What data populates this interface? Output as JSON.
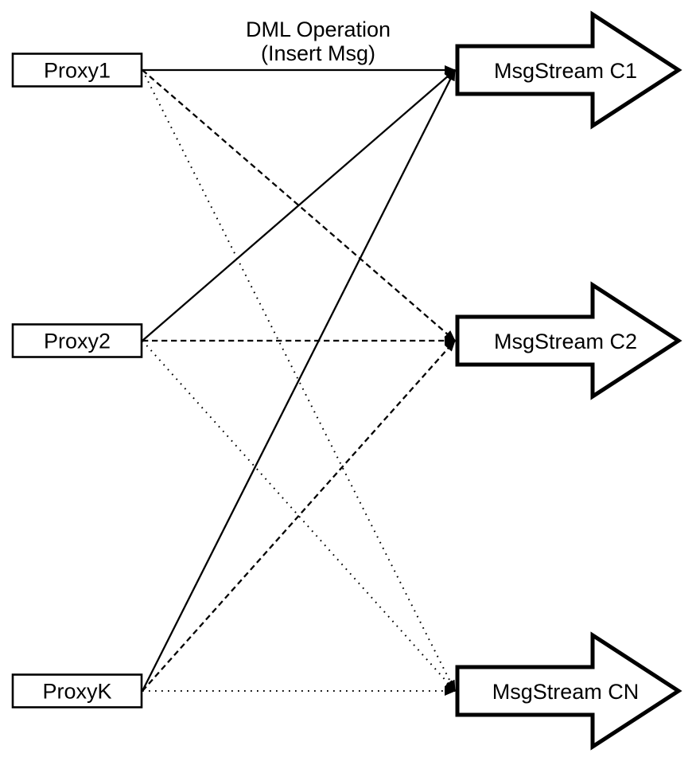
{
  "canvas": {
    "background": "#ffffff",
    "ink": "#000000"
  },
  "title": {
    "line1": "DML Operation",
    "line2": "(Insert Msg)"
  },
  "diagram": {
    "proxies": [
      {
        "id": "proxy1",
        "label": "Proxy1"
      },
      {
        "id": "proxy2",
        "label": "Proxy2"
      },
      {
        "id": "proxyk",
        "label": "ProxyK"
      }
    ],
    "streams": [
      {
        "id": "c1",
        "label": "MsgStream C1"
      },
      {
        "id": "c2",
        "label": "MsgStream C2"
      },
      {
        "id": "cn",
        "label": "MsgStream CN"
      }
    ],
    "connections": [
      {
        "from": "proxy1",
        "to": "c1",
        "style": "solid"
      },
      {
        "from": "proxy1",
        "to": "c2",
        "style": "dashed"
      },
      {
        "from": "proxy1",
        "to": "cn",
        "style": "dotted"
      },
      {
        "from": "proxy2",
        "to": "c1",
        "style": "solid"
      },
      {
        "from": "proxy2",
        "to": "c2",
        "style": "dashed"
      },
      {
        "from": "proxy2",
        "to": "cn",
        "style": "dotted"
      },
      {
        "from": "proxyk",
        "to": "c1",
        "style": "solid"
      },
      {
        "from": "proxyk",
        "to": "c2",
        "style": "dashed"
      },
      {
        "from": "proxyk",
        "to": "cn",
        "style": "dotted"
      }
    ]
  }
}
